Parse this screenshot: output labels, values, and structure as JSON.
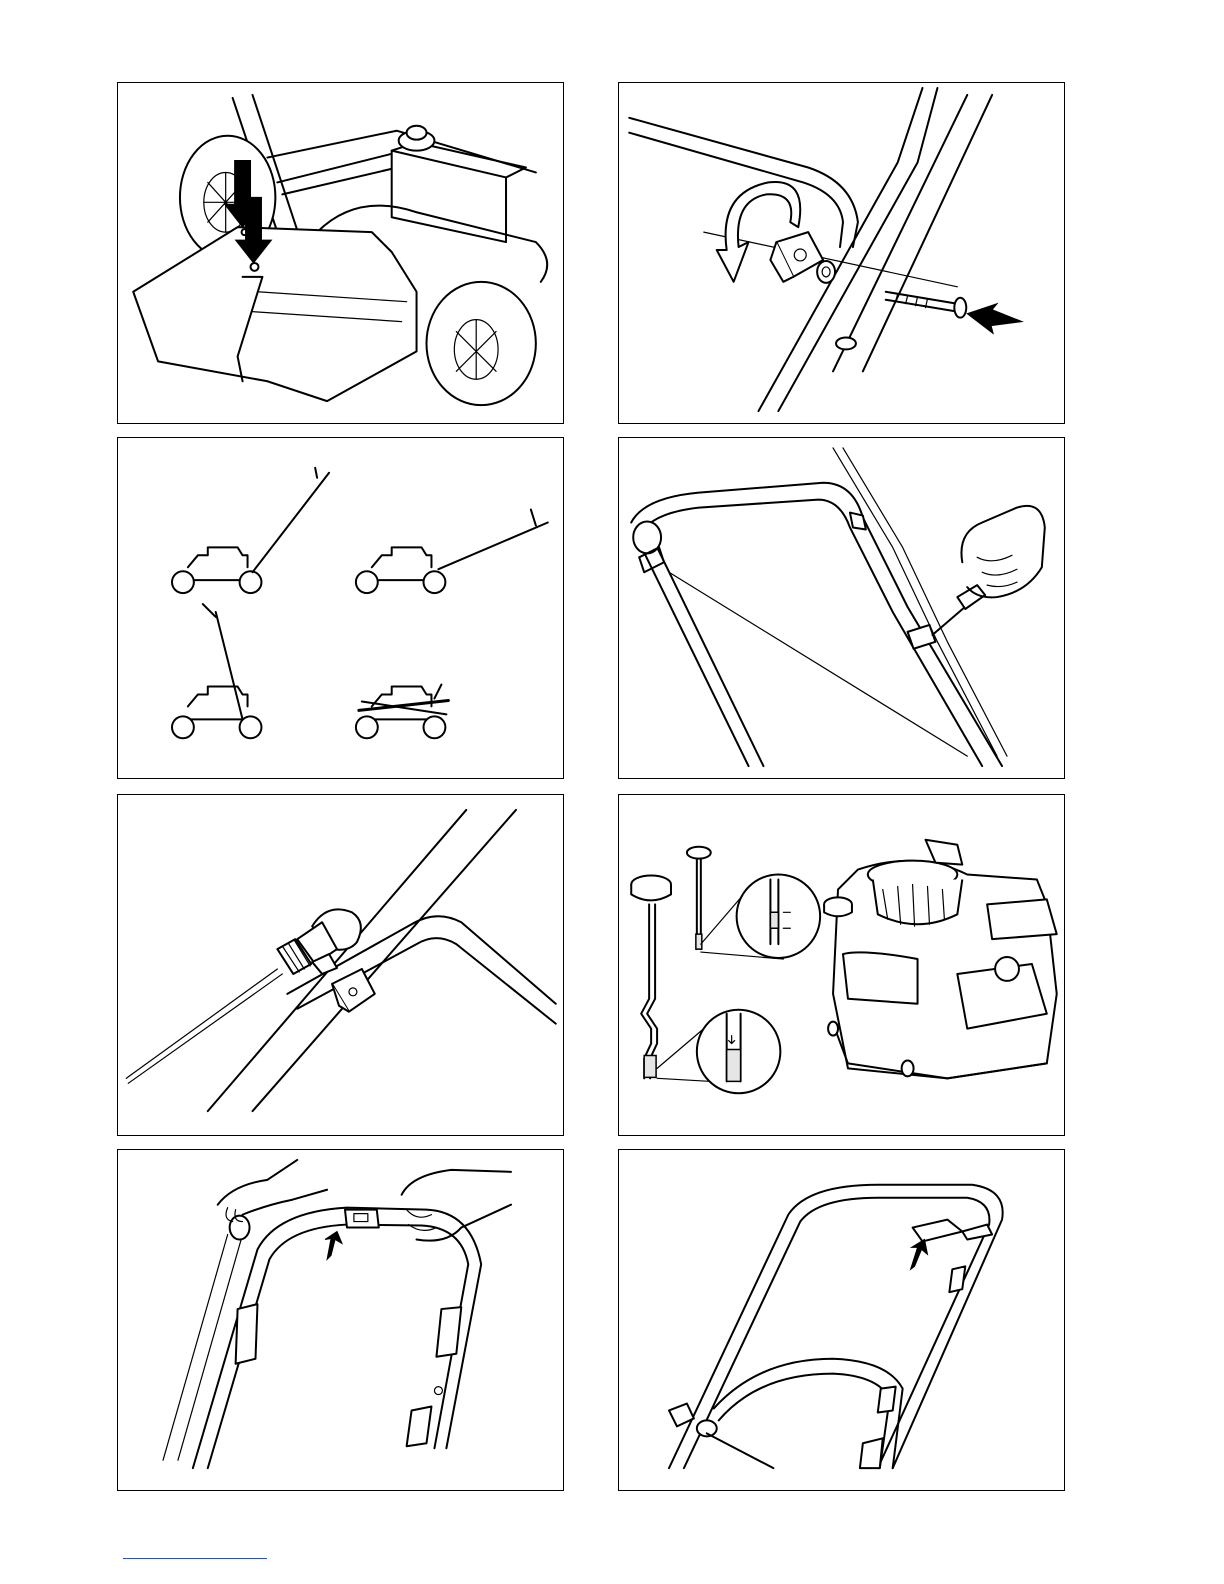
{
  "page": {
    "panel_count": 8,
    "colors": {
      "line": "#000000",
      "background": "#ffffff",
      "footer_rule": "#2b4fd0"
    }
  },
  "panels": [
    {
      "id": "grass-bag-mounting",
      "icons": [
        "down-arrow-icon",
        "down-arrow-icon"
      ]
    },
    {
      "id": "handle-knob-bolt-assembly",
      "icons": [
        "rotate-arrow-icon",
        "right-arrow-icon"
      ]
    },
    {
      "id": "handle-height-positions",
      "icons": []
    },
    {
      "id": "cable-clip-fastening",
      "icons": []
    },
    {
      "id": "cable-knob-on-handle",
      "icons": []
    },
    {
      "id": "oil-dipstick-check",
      "icons": []
    },
    {
      "id": "handle-bar-arrow-grip",
      "icons": [
        "up-arrow-icon"
      ]
    },
    {
      "id": "handle-bar-lever-arrow",
      "icons": [
        "up-arrow-icon"
      ]
    }
  ]
}
